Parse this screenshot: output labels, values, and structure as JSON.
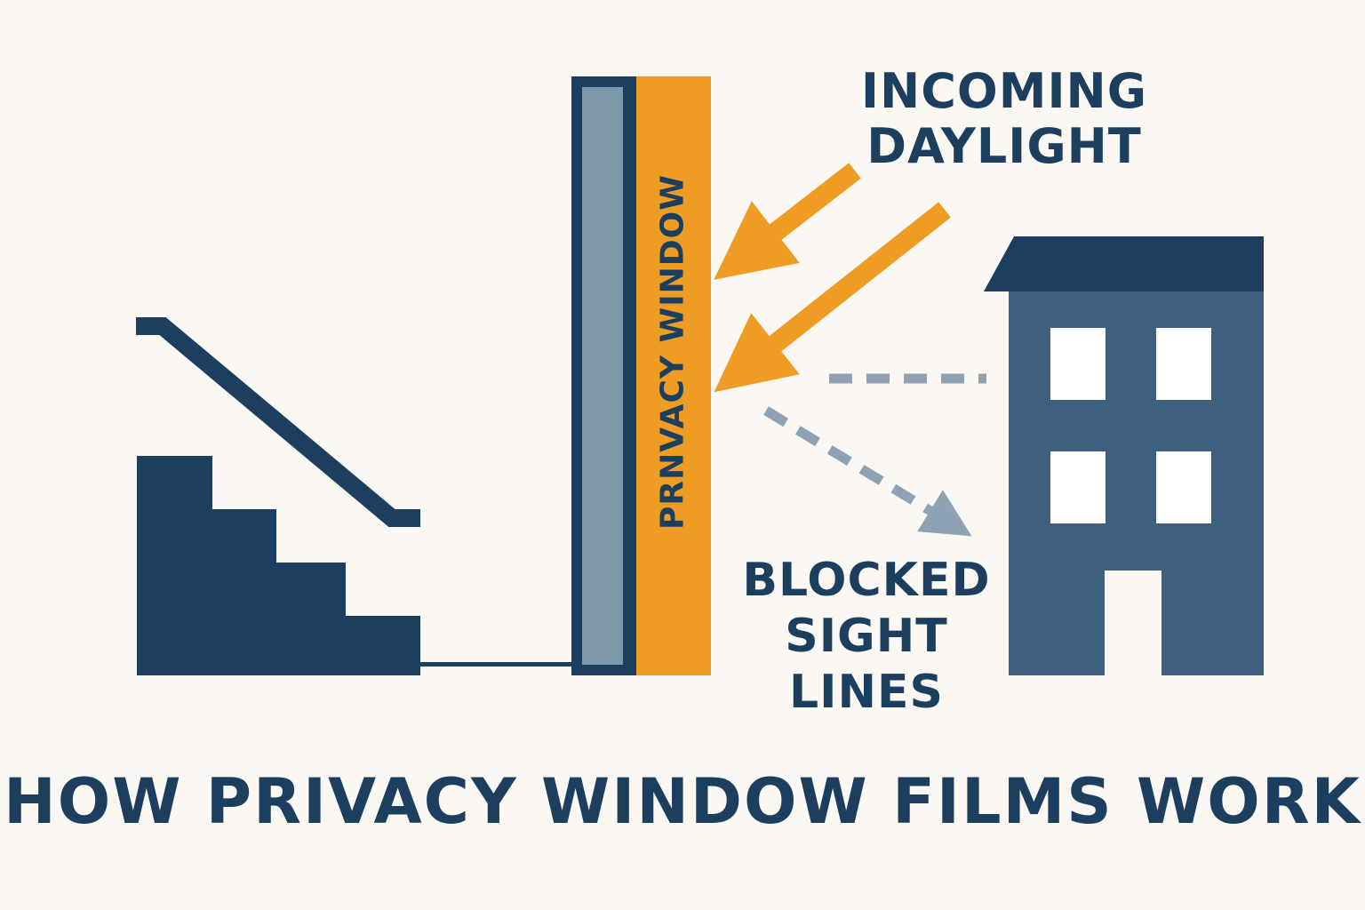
{
  "labels": {
    "incoming_daylight": [
      "INCOMING",
      "DAYLIGHT"
    ],
    "blocked_sight_lines": [
      "BLOCKED",
      "SIGHT",
      "LINES"
    ],
    "film_label": "PRNVACY WINDOW",
    "title": "HOW PRIVACY WINDOW FILMS WORK"
  },
  "colors": {
    "background": "#fbf8f3",
    "navy": "#1c3f60",
    "building": "#3f5f7e",
    "glass": "#7e98ab",
    "film_orange": "#ef9c25",
    "sight_line": "#8ea2b3",
    "window": "#ffffff"
  },
  "icons": [
    "staircase-icon",
    "handrail-icon",
    "window-pane-icon",
    "privacy-film-icon",
    "sun-ray-arrow-icon",
    "sight-line-arrow-icon",
    "building-icon"
  ]
}
